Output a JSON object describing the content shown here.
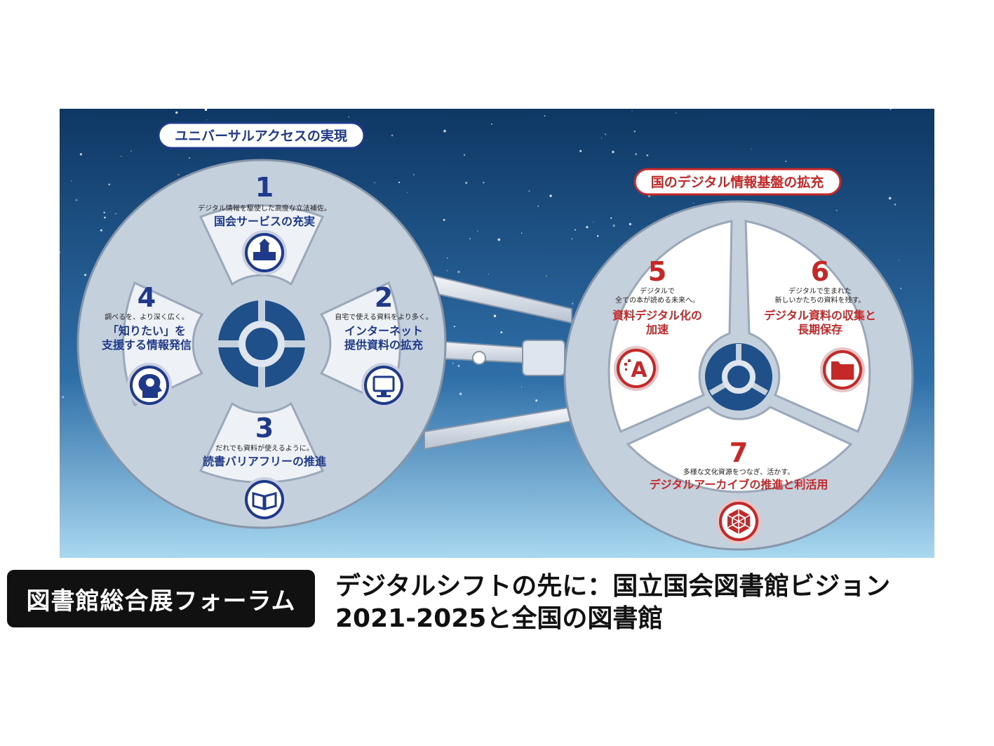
{
  "groups": {
    "universal_access": {
      "label": "ユニバーサルアクセスの実現",
      "color": "#1f3a8a"
    },
    "digital_infrastructure": {
      "label": "国のデジタル情報基盤の拡充",
      "color": "#c62828"
    }
  },
  "sections": [
    {
      "number": "1",
      "desc": "デジタル情報を駆使した高度な立法補佐。",
      "title": [
        "国会サービスの充実"
      ],
      "icon": "parliament-building-icon"
    },
    {
      "number": "2",
      "desc": "自宅で使える資料をより多く。",
      "title": [
        "インターネット",
        "提供資料の拡充"
      ],
      "icon": "computer-monitor-icon"
    },
    {
      "number": "3",
      "desc": "だれでも資料が使えるように。",
      "title": [
        "読書バリアフリーの推進"
      ],
      "icon": "open-book-icon"
    },
    {
      "number": "4",
      "desc": "調べるを、より深く広く。",
      "title": [
        "「知りたい」を",
        "支援する情報発信"
      ],
      "icon": "head-brain-icon"
    },
    {
      "number": "5",
      "desc": [
        "デジタルで",
        "全ての本が読める未来へ。"
      ],
      "title": [
        "資料デジタル化の",
        "加速"
      ],
      "icon": "digitize-letter-a-icon"
    },
    {
      "number": "6",
      "desc": [
        "デジタルで生まれた",
        "新しいかたちの資料を残す。"
      ],
      "title": [
        "デジタル資料の収集と",
        "長期保存"
      ],
      "icon": "folder-icon"
    },
    {
      "number": "7",
      "desc": "多様な文化資源をつなぎ、活かす。",
      "title": [
        "デジタルアーカイブの推進と利活用"
      ],
      "icon": "network-hexagon-icon"
    }
  ],
  "colors": {
    "space_top": "#0e3764",
    "space_bottom": "#a9d8f0",
    "pod_fill": "#eef2f7",
    "blue": "#1f3a8a",
    "red": "#c62828"
  },
  "footer": {
    "event_label": "図書館総合展フォーラム",
    "title_line1": "デジタルシフトの先に：国立国会図書館ビジョン",
    "title_line2": "2021-2025と全国の図書館"
  }
}
